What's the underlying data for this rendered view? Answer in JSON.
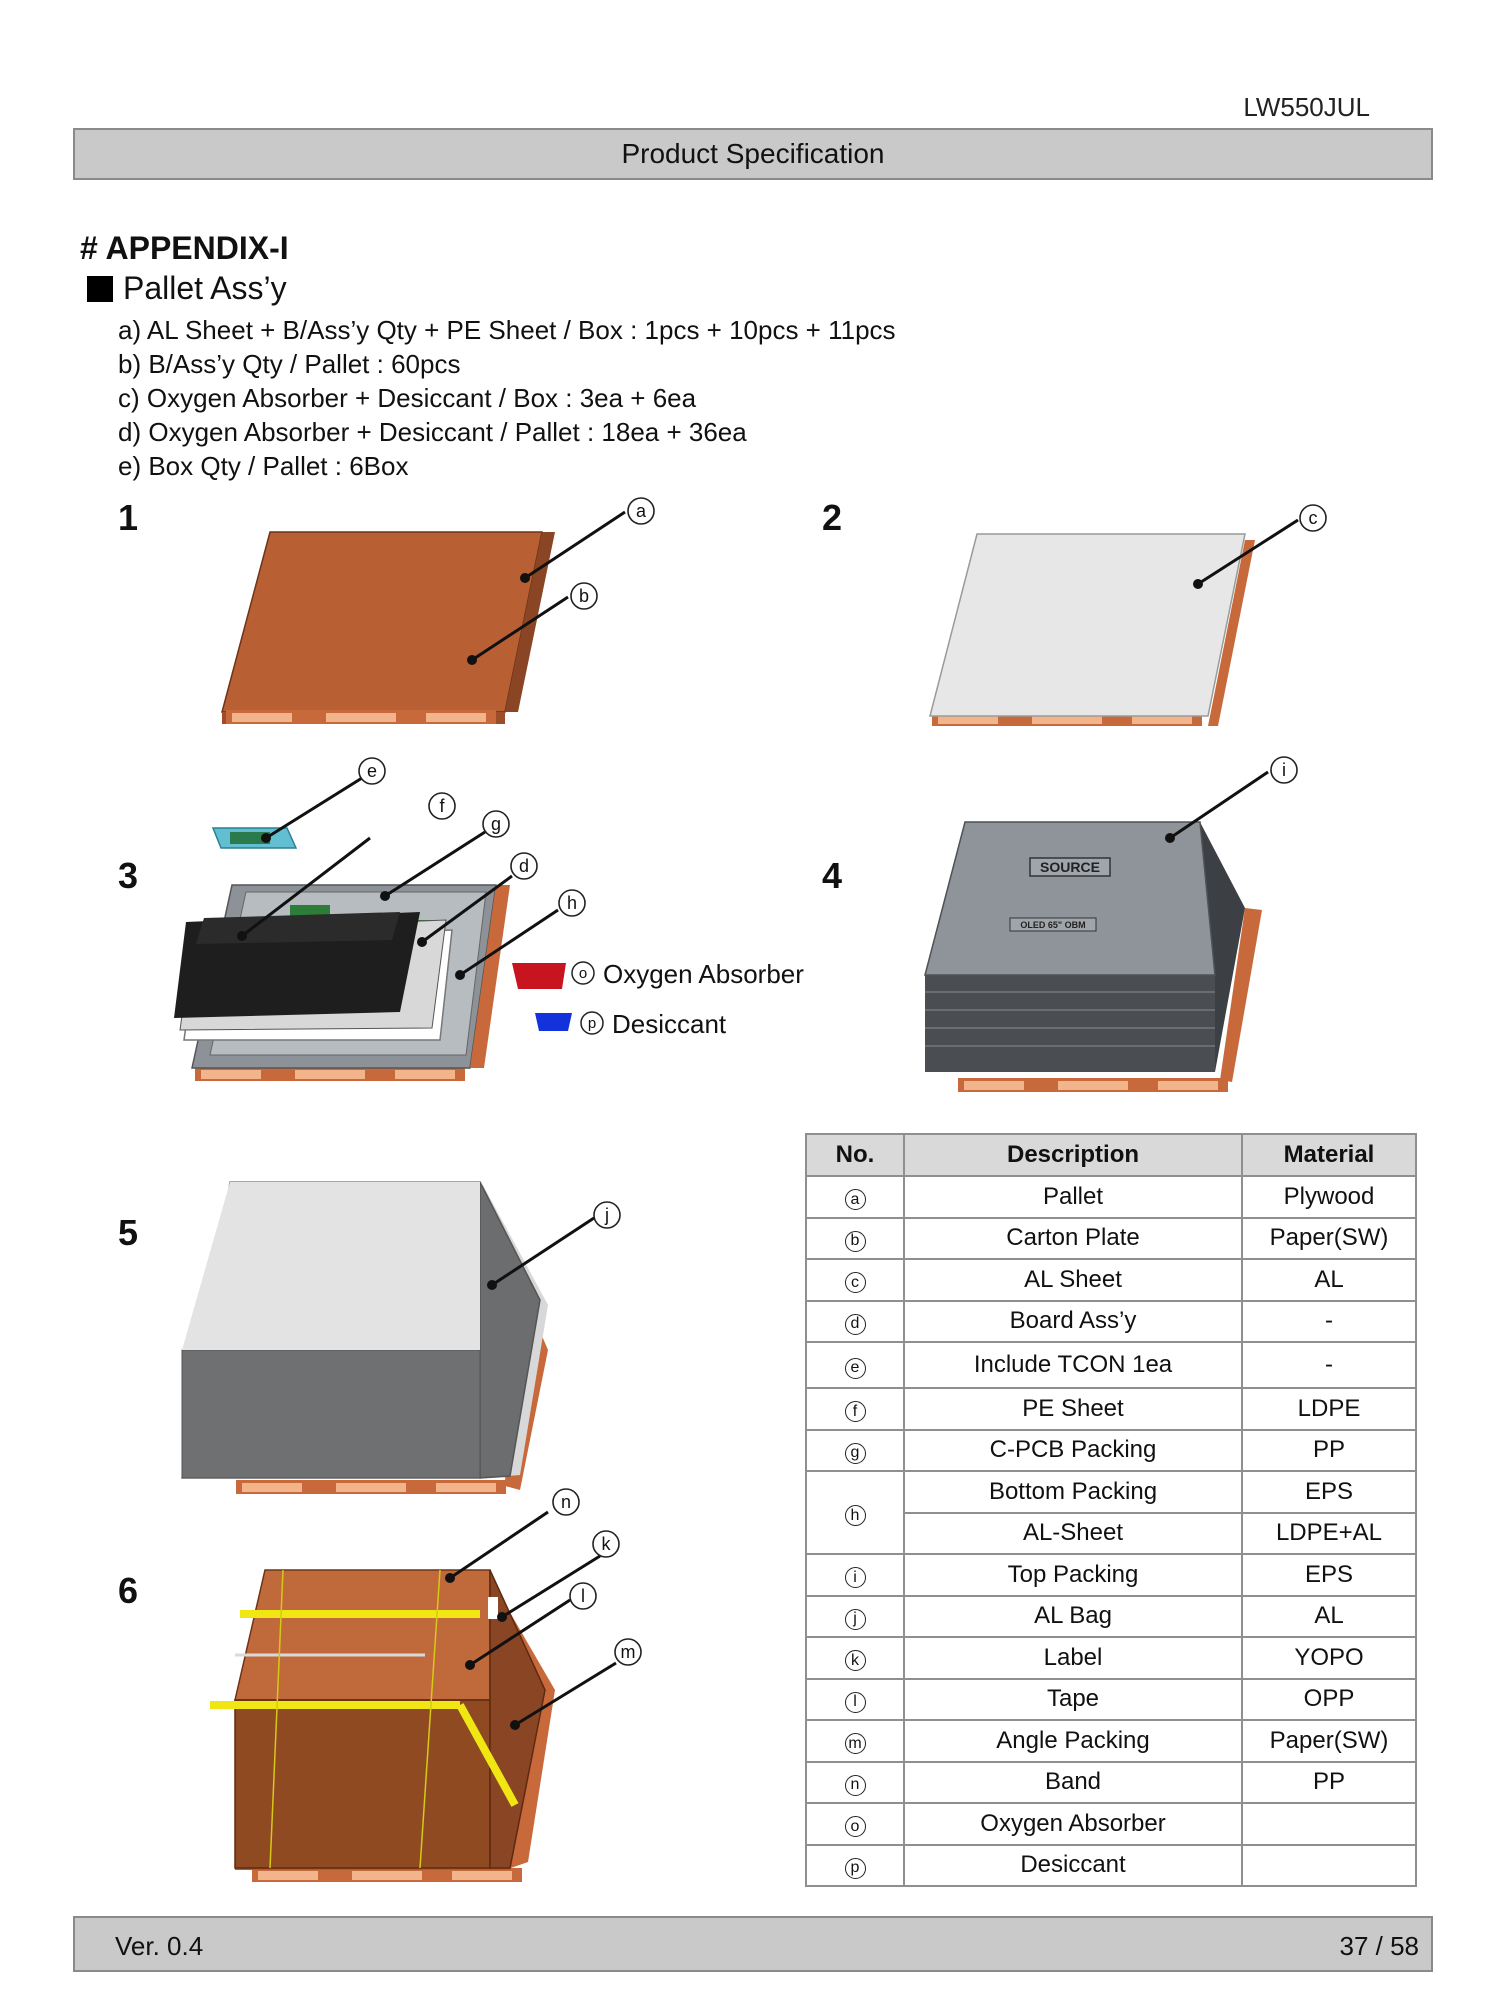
{
  "header": {
    "doc_code": "LW550JUL",
    "title": "Product Specification"
  },
  "appendix_title": "# APPENDIX-I",
  "section_title": "Pallet Ass’y",
  "spec_items": [
    "a) AL Sheet + B/Ass’y Qty + PE Sheet / Box : 1pcs + 10pcs + 11pcs",
    "b) B/Ass’y Qty / Pallet : 60pcs",
    "c) Oxygen Absorber + Desiccant / Box : 3ea + 6ea",
    "d) Oxygen Absorber + Desiccant / Pallet : 18ea + 36ea",
    "e) Box Qty / Pallet : 6Box"
  ],
  "steps": {
    "s1": {
      "num": "1",
      "callouts": [
        "a",
        "b"
      ]
    },
    "s2": {
      "num": "2",
      "callouts": [
        "c"
      ]
    },
    "s3": {
      "num": "3",
      "callouts": [
        "e",
        "f",
        "g",
        "d",
        "h"
      ]
    },
    "s4": {
      "num": "4",
      "callouts": [
        "i"
      ],
      "box_labels": [
        "SOURCE",
        "OLED 65\" OBM"
      ]
    },
    "s5": {
      "num": "5",
      "callouts": [
        "j"
      ]
    },
    "s6": {
      "num": "6",
      "callouts": [
        "n",
        "k",
        "l",
        "m"
      ]
    }
  },
  "legend": {
    "oxygen": {
      "marker": "o",
      "label": "Oxygen Absorber",
      "color": "#c8141e"
    },
    "desiccant": {
      "marker": "p",
      "label": "Desiccant",
      "color": "#1432dc"
    }
  },
  "table": {
    "headers": [
      "No.",
      "Description",
      "Material"
    ],
    "rows": [
      {
        "no": "a",
        "desc": "Pallet",
        "mat": "Plywood"
      },
      {
        "no": "b",
        "desc": "Carton Plate",
        "mat": "Paper(SW)"
      },
      {
        "no": "c",
        "desc": "AL Sheet",
        "mat": "AL"
      },
      {
        "no": "d",
        "desc": "Board Ass’y",
        "mat": "-"
      },
      {
        "no": "e",
        "desc": "Include TCON 1ea",
        "mat": "-"
      },
      {
        "no": "f",
        "desc": "PE Sheet",
        "mat": "LDPE"
      },
      {
        "no": "g",
        "desc": "C-PCB Packing",
        "mat": "PP"
      },
      {
        "no": "h",
        "desc": "Bottom Packing",
        "mat": "EPS"
      },
      {
        "no": "",
        "desc": "AL-Sheet",
        "mat": "LDPE+AL"
      },
      {
        "no": "i",
        "desc": "Top Packing",
        "mat": "EPS"
      },
      {
        "no": "j",
        "desc": "AL Bag",
        "mat": "AL"
      },
      {
        "no": "k",
        "desc": "Label",
        "mat": "YOPO"
      },
      {
        "no": "l",
        "desc": "Tape",
        "mat": "OPP"
      },
      {
        "no": "m",
        "desc": "Angle Packing",
        "mat": "Paper(SW)"
      },
      {
        "no": "n",
        "desc": "Band",
        "mat": "PP"
      },
      {
        "no": "o",
        "desc": "Oxygen Absorber",
        "mat": ""
      },
      {
        "no": "p",
        "desc": "Desiccant",
        "mat": ""
      }
    ]
  },
  "footer": {
    "version": "Ver. 0.4",
    "page": "37 / 58"
  }
}
